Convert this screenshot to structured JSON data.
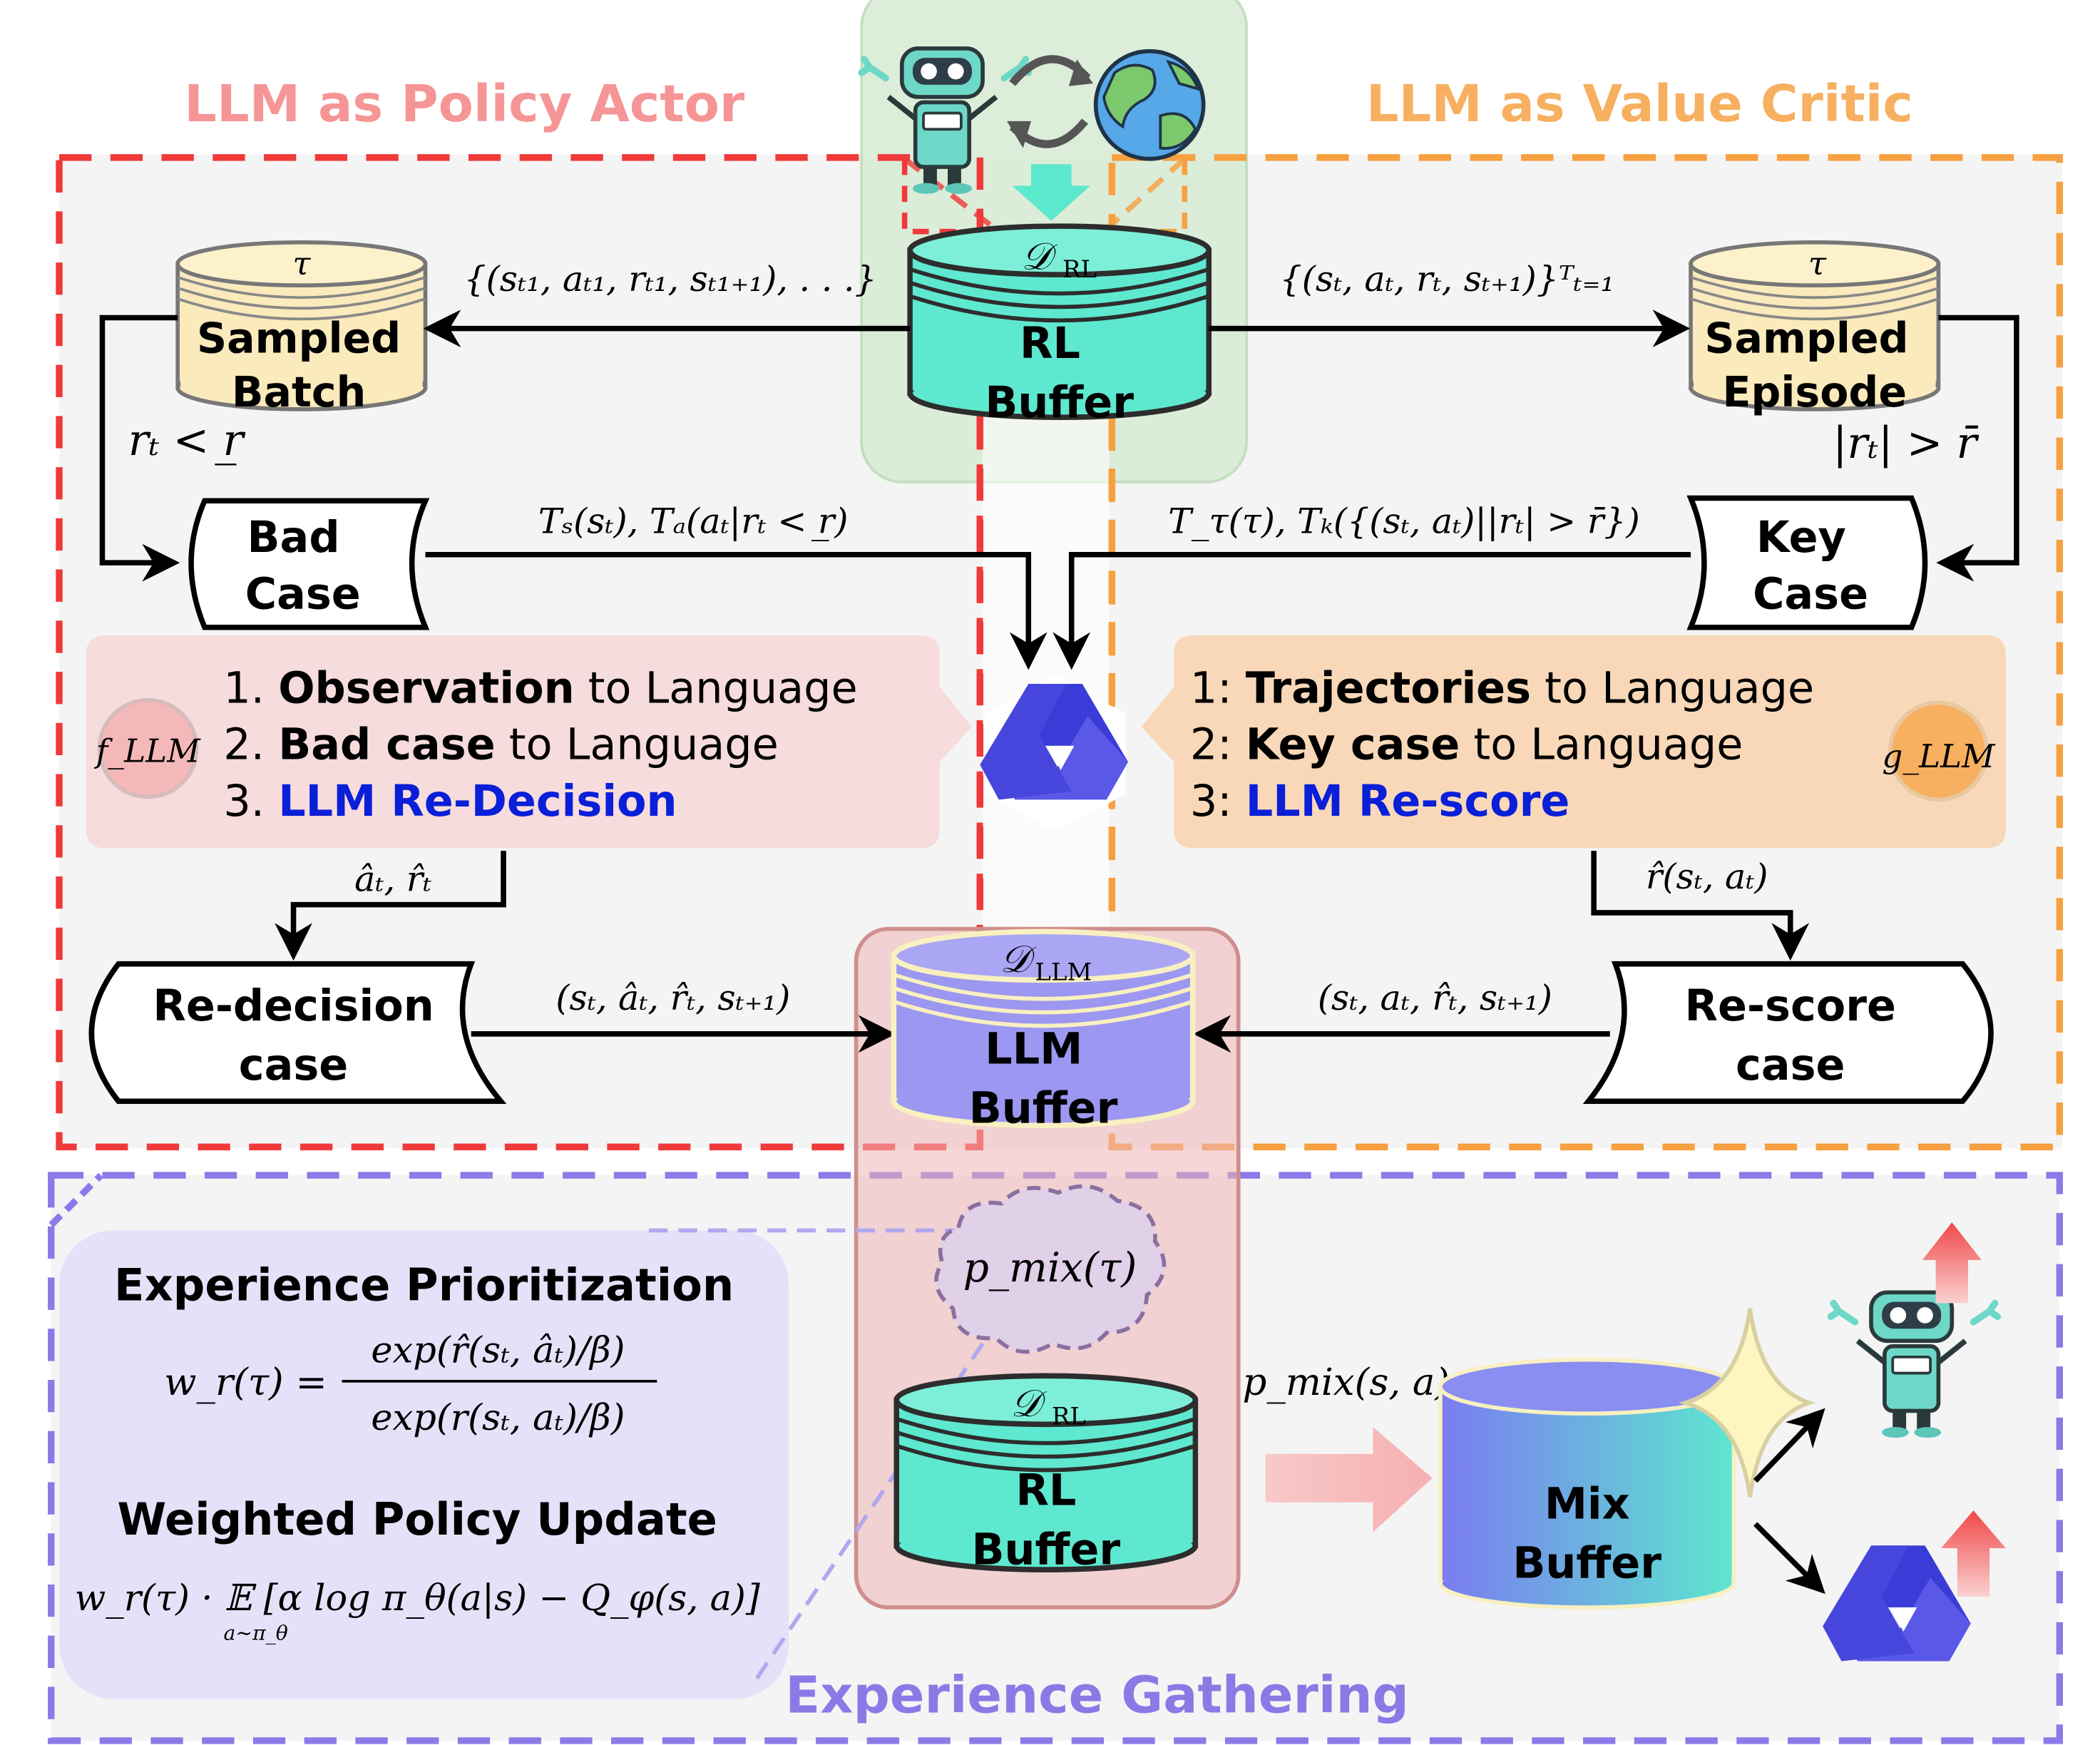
{
  "titles": {
    "policy_actor": "LLM as Policy Actor",
    "value_critic": "LLM as Value Critic",
    "experience_gathering": "Experience Gathering"
  },
  "colors": {
    "red": "#f03a3a",
    "orange": "#f7a040",
    "purple": "#8b7be8",
    "teal": "#5ce8cc",
    "blue_text": "#0a1fd8",
    "pink_title": "#f59595",
    "orange_title": "#f7b060",
    "purple_title": "#8a7ae6"
  },
  "icons": [
    "robot-icon",
    "earth-icon",
    "cycle-arrows-icon",
    "qwen-logo-icon",
    "sparkle-icon",
    "up-arrow-icon"
  ],
  "buffers": {
    "rl_top": {
      "symbol": "𝒟",
      "sub": "RL",
      "label1": "RL",
      "label2": "Buffer"
    },
    "llm": {
      "symbol": "𝒟",
      "sub": "LLM",
      "label1": "LLM",
      "label2": "Buffer"
    },
    "rl_bottom": {
      "symbol": "𝒟",
      "sub": "RL",
      "label1": "RL",
      "label2": "Buffer"
    },
    "mix": {
      "label1": "Mix",
      "label2": "Buffer"
    }
  },
  "sampled": {
    "batch": {
      "tau": "τ",
      "label1": "Sampled",
      "label2": "Batch"
    },
    "episode": {
      "tau": "τ",
      "label1": "Sampled",
      "label2": "Episode"
    }
  },
  "cases": {
    "bad": {
      "label1": "Bad",
      "label2": "Case"
    },
    "key": {
      "label1": "Key",
      "label2": "Case"
    },
    "redecision": {
      "label1": "Re-decision",
      "label2": "case"
    },
    "rescore": {
      "label1": "Re-score",
      "label2": "case"
    }
  },
  "formulas": {
    "batch_sample": "{(sₜ₁, aₜ₁, rₜ₁, sₜ₁₊₁), . . .}",
    "episode_sample": "{(sₜ, aₜ, rₜ, sₜ₊₁)}ᵀₜ₌₁",
    "bad_condition": "rₜ < r̲",
    "key_condition": "|rₜ| > r̄",
    "bad_translate": "Tₛ(sₜ), Tₐ(aₜ|rₜ < r̲)",
    "key_translate": "T_τ(τ), Tₖ({(sₜ, aₜ)||rₜ| > r̄})",
    "redecision_out": "âₜ, r̂ₜ",
    "rescore_out": "r̂(sₜ, aₜ)",
    "redecision_tuple": "(sₜ, âₜ, r̂ₜ, sₜ₊₁)",
    "rescore_tuple": "(sₜ, aₜ, r̂ₜ, sₜ₊₁)",
    "p_mix_tau": "p_mix(τ)",
    "p_mix_sa": "p_mix(s, a)",
    "f_llm": "f_LLM",
    "g_llm": "g_LLM"
  },
  "actor_steps": [
    {
      "num": "1.",
      "bold": "Observation",
      "rest": " to Language",
      "highlight": false
    },
    {
      "num": "2.",
      "bold": "Bad case",
      "rest": " to Language",
      "highlight": false
    },
    {
      "num": "3.",
      "bold": "LLM Re-Decision",
      "rest": "",
      "highlight": true
    }
  ],
  "critic_steps": [
    {
      "num": "1:",
      "bold": "Trajectories",
      "rest": " to Language",
      "highlight": false
    },
    {
      "num": "2:",
      "bold": "Key case",
      "rest": " to Language",
      "highlight": false
    },
    {
      "num": "3:",
      "bold": "LLM Re-score",
      "rest": "",
      "highlight": true
    }
  ],
  "prioritization": {
    "title": "Experience Prioritization",
    "lhs": "w_r(τ) =",
    "numerator": "exp(r̂(sₜ, âₜ)/β)",
    "denominator": "exp(r(sₜ, aₜ)/β)",
    "update_title": "Weighted Policy Update",
    "update_formula": "w_r(τ) · 𝔼 [α log π_θ(a|s) − Q_φ(s, a)]",
    "expectation_sub": "a∼π_θ"
  }
}
